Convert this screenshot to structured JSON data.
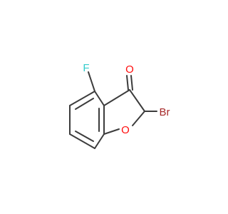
{
  "molecule": {
    "atoms": {
      "fluorine": {
        "label": "F",
        "color": "#33cccc"
      },
      "carbonyl_oxygen": {
        "label": "O",
        "color": "#ff0d0d"
      },
      "ring_oxygen": {
        "label": "O",
        "color": "#ff0d0d"
      },
      "bromine": {
        "label": "Br",
        "color": "#a62929"
      }
    },
    "bond_color": "#3c3c3c",
    "background": "#ffffff"
  }
}
